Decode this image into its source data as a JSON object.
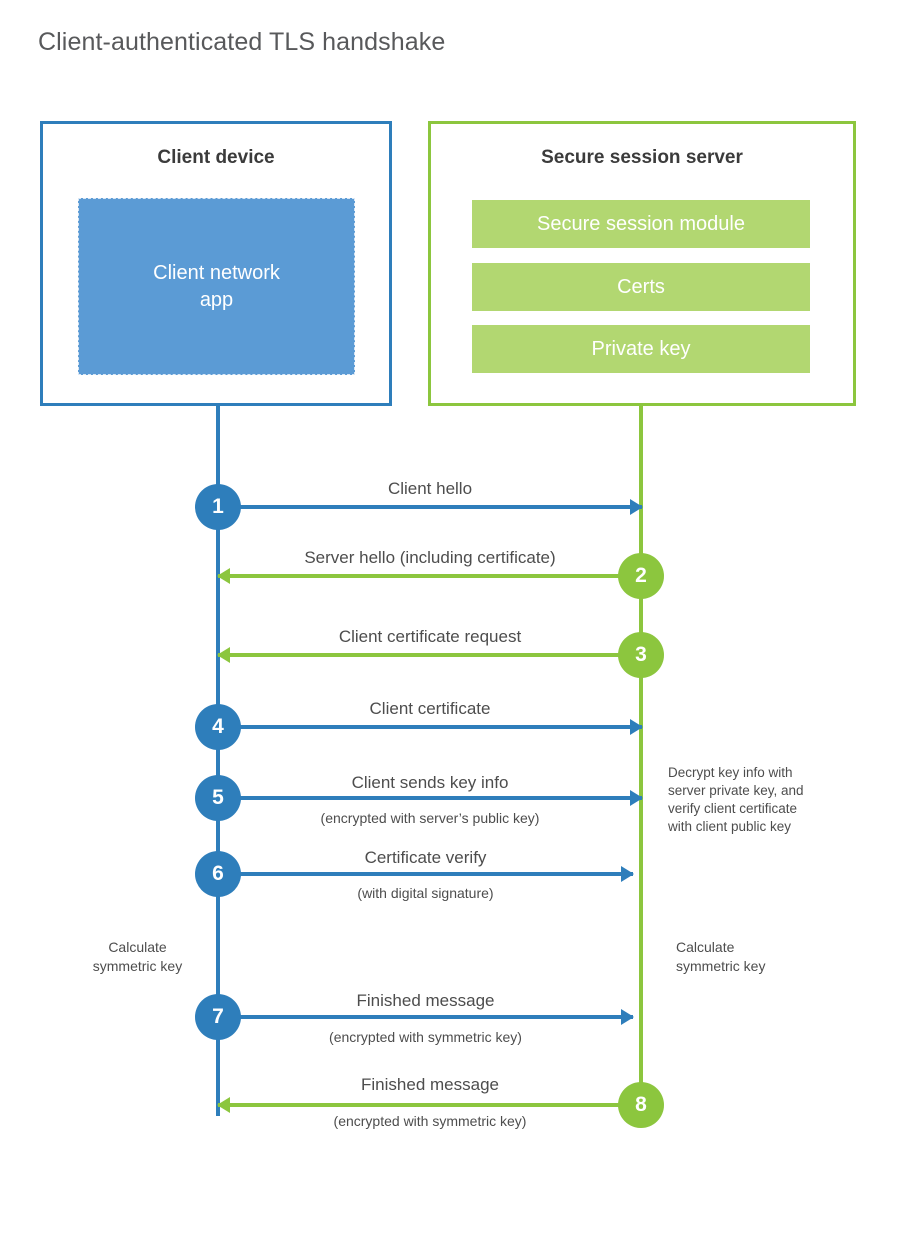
{
  "title": "Client-authenticated TLS handshake",
  "colors": {
    "client_blue": "#2e7ebb",
    "client_app_fill": "#5b9bd5",
    "server_green": "#8cc63e",
    "server_bar_fill": "#b2d771",
    "text": "#4d4d4d",
    "title_text": "#58595b"
  },
  "client": {
    "title": "Client device",
    "app_label": "Client network\napp"
  },
  "server": {
    "title": "Secure session server",
    "components": [
      {
        "label": "Secure session module"
      },
      {
        "label": "Certs"
      },
      {
        "label": "Private key"
      }
    ]
  },
  "messages": [
    {
      "step": "1",
      "label": "Client hello",
      "sublabel": "",
      "direction": "client-to-server",
      "color": "blue"
    },
    {
      "step": "2",
      "label": "Server hello (including certificate)",
      "sublabel": "",
      "direction": "server-to-client",
      "color": "green"
    },
    {
      "step": "3",
      "label": "Client certificate request",
      "sublabel": "",
      "direction": "server-to-client",
      "color": "green"
    },
    {
      "step": "4",
      "label": "Client certificate",
      "sublabel": "",
      "direction": "client-to-server",
      "color": "blue"
    },
    {
      "step": "5",
      "label": "Client sends key info",
      "sublabel": "(encrypted with server’s public key)",
      "direction": "client-to-server",
      "color": "blue"
    },
    {
      "step": "6",
      "label": "Certificate verify",
      "sublabel": "(with digital signature)",
      "direction": "client-to-server",
      "color": "blue"
    },
    {
      "step": "7",
      "label": "Finished message",
      "sublabel": "(encrypted with symmetric key)",
      "direction": "client-to-server",
      "color": "blue"
    },
    {
      "step": "8",
      "label": "Finished message",
      "sublabel": "(encrypted with symmetric key)",
      "direction": "server-to-client",
      "color": "green"
    }
  ],
  "notes": {
    "decrypt": "Decrypt key info with\nserver private key, and\nverify client certificate\nwith client public key",
    "calculate_client": "Calculate\nsymmetric key",
    "calculate_server": "Calculate\nsymmetric key"
  }
}
